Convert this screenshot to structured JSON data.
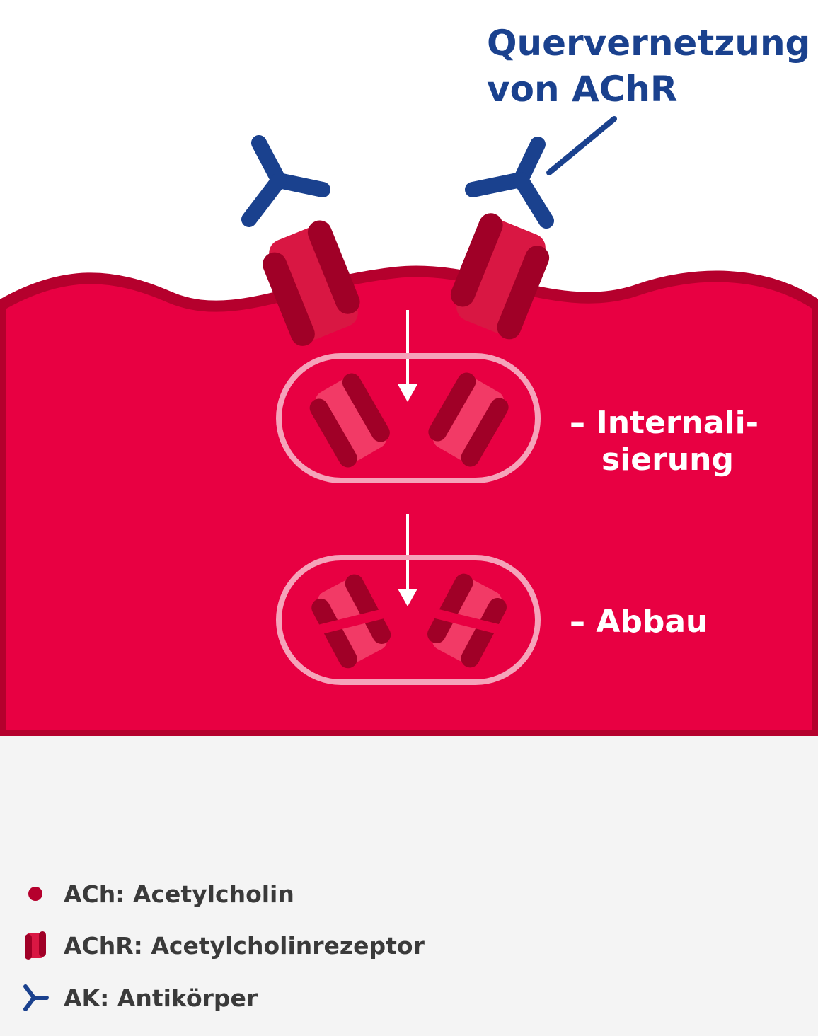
{
  "labels": {
    "crosslink_line1": "Quervernetzung",
    "crosslink_line2": "von AChR",
    "internalization_line1": "– Internali-",
    "internalization_line2": "sierung",
    "degradation": "– Abbau"
  },
  "legend": [
    {
      "key": "ach",
      "text": "ACh: Acetylcholin",
      "icon": "dot-icon"
    },
    {
      "key": "achr",
      "text": "AChR: Acetylcholinrezeptor",
      "icon": "receptor-icon"
    },
    {
      "key": "ak",
      "text": "AK: Antikörper",
      "icon": "antibody-icon"
    }
  ],
  "colors": {
    "membrane": "#e80042",
    "membrane_border": "#b5002d",
    "receptor_dark": "#a00027",
    "receptor_mid": "#d91743",
    "receptor_light": "#f23a66",
    "antibody": "#1a418e",
    "vesicle_outline": "#f5a3ba",
    "legend_background": "#f4f4f4",
    "legend_text": "#3a3a3a"
  }
}
